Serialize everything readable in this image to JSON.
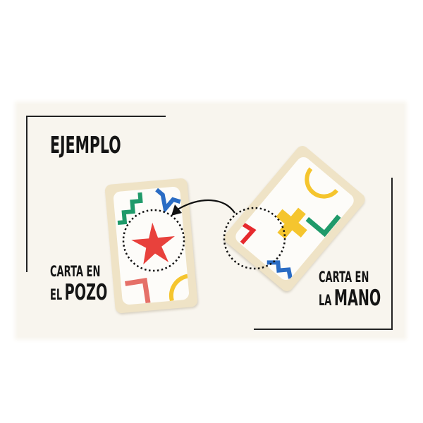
{
  "title": "EJEMPLO",
  "left_caption": {
    "line1": "CARTA EN",
    "line2_small": "EL",
    "line2_big": "POZO"
  },
  "right_caption": {
    "line1": "CARTA EN",
    "line2_small": "LA",
    "line2_big": "MANO"
  },
  "cards": [
    {
      "role": "carta-en-el-pozo",
      "highlighted_symbol": "red-star",
      "symbols": [
        "green-zigzag",
        "blue-zigzag",
        "red-star",
        "red-corner",
        "yellow-arc"
      ]
    },
    {
      "role": "carta-en-la-mano",
      "highlighted_symbol": "red-chevron",
      "symbols": [
        "yellow-arc",
        "green-corner",
        "yellow-cross",
        "red-chevron",
        "blue-zigzag"
      ]
    }
  ],
  "colors": {
    "background": "#f8f5ee",
    "card_border": "#efe3c6",
    "red": "#e8413c",
    "green": "#1f9a6a",
    "blue": "#2a6cc4",
    "yellow": "#f5c52e",
    "ink": "#151515"
  }
}
